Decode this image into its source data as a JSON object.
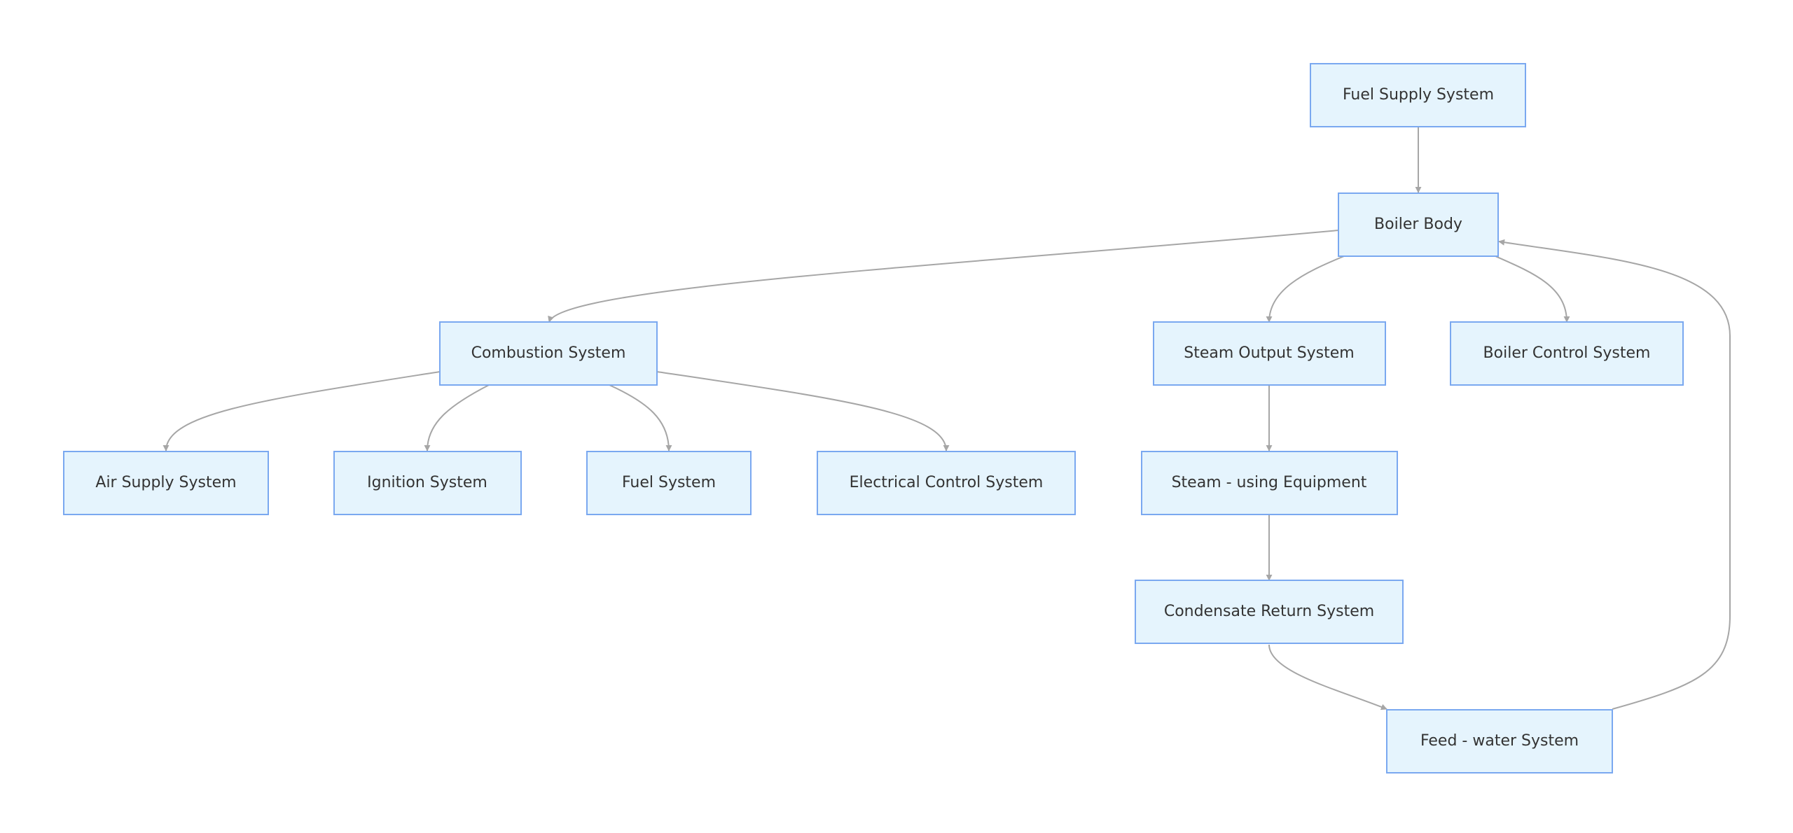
{
  "diagram": {
    "type": "flowchart",
    "colors": {
      "node_fill": "#e5f4fd",
      "node_border": "#7aa8f0",
      "edge": "#a6a6a6",
      "text": "#333333"
    },
    "nodes": {
      "fuel_supply": "Fuel Supply System",
      "boiler_body": "Boiler Body",
      "combustion": "Combustion System",
      "steam_output": "Steam Output System",
      "boiler_control": "Boiler Control System",
      "air_supply": "Air Supply System",
      "ignition": "Ignition System",
      "fuel_system": "Fuel System",
      "electrical_control": "Electrical Control System",
      "steam_equipment": "Steam - using Equipment",
      "condensate_return": "Condensate Return System",
      "feed_water": "Feed - water System"
    },
    "edges": [
      {
        "from": "fuel_supply",
        "to": "boiler_body"
      },
      {
        "from": "boiler_body",
        "to": "combustion"
      },
      {
        "from": "boiler_body",
        "to": "steam_output"
      },
      {
        "from": "boiler_body",
        "to": "boiler_control"
      },
      {
        "from": "combustion",
        "to": "air_supply"
      },
      {
        "from": "combustion",
        "to": "ignition"
      },
      {
        "from": "combustion",
        "to": "fuel_system"
      },
      {
        "from": "combustion",
        "to": "electrical_control"
      },
      {
        "from": "steam_output",
        "to": "steam_equipment"
      },
      {
        "from": "steam_equipment",
        "to": "condensate_return"
      },
      {
        "from": "condensate_return",
        "to": "feed_water"
      },
      {
        "from": "feed_water",
        "to": "boiler_body"
      }
    ]
  }
}
